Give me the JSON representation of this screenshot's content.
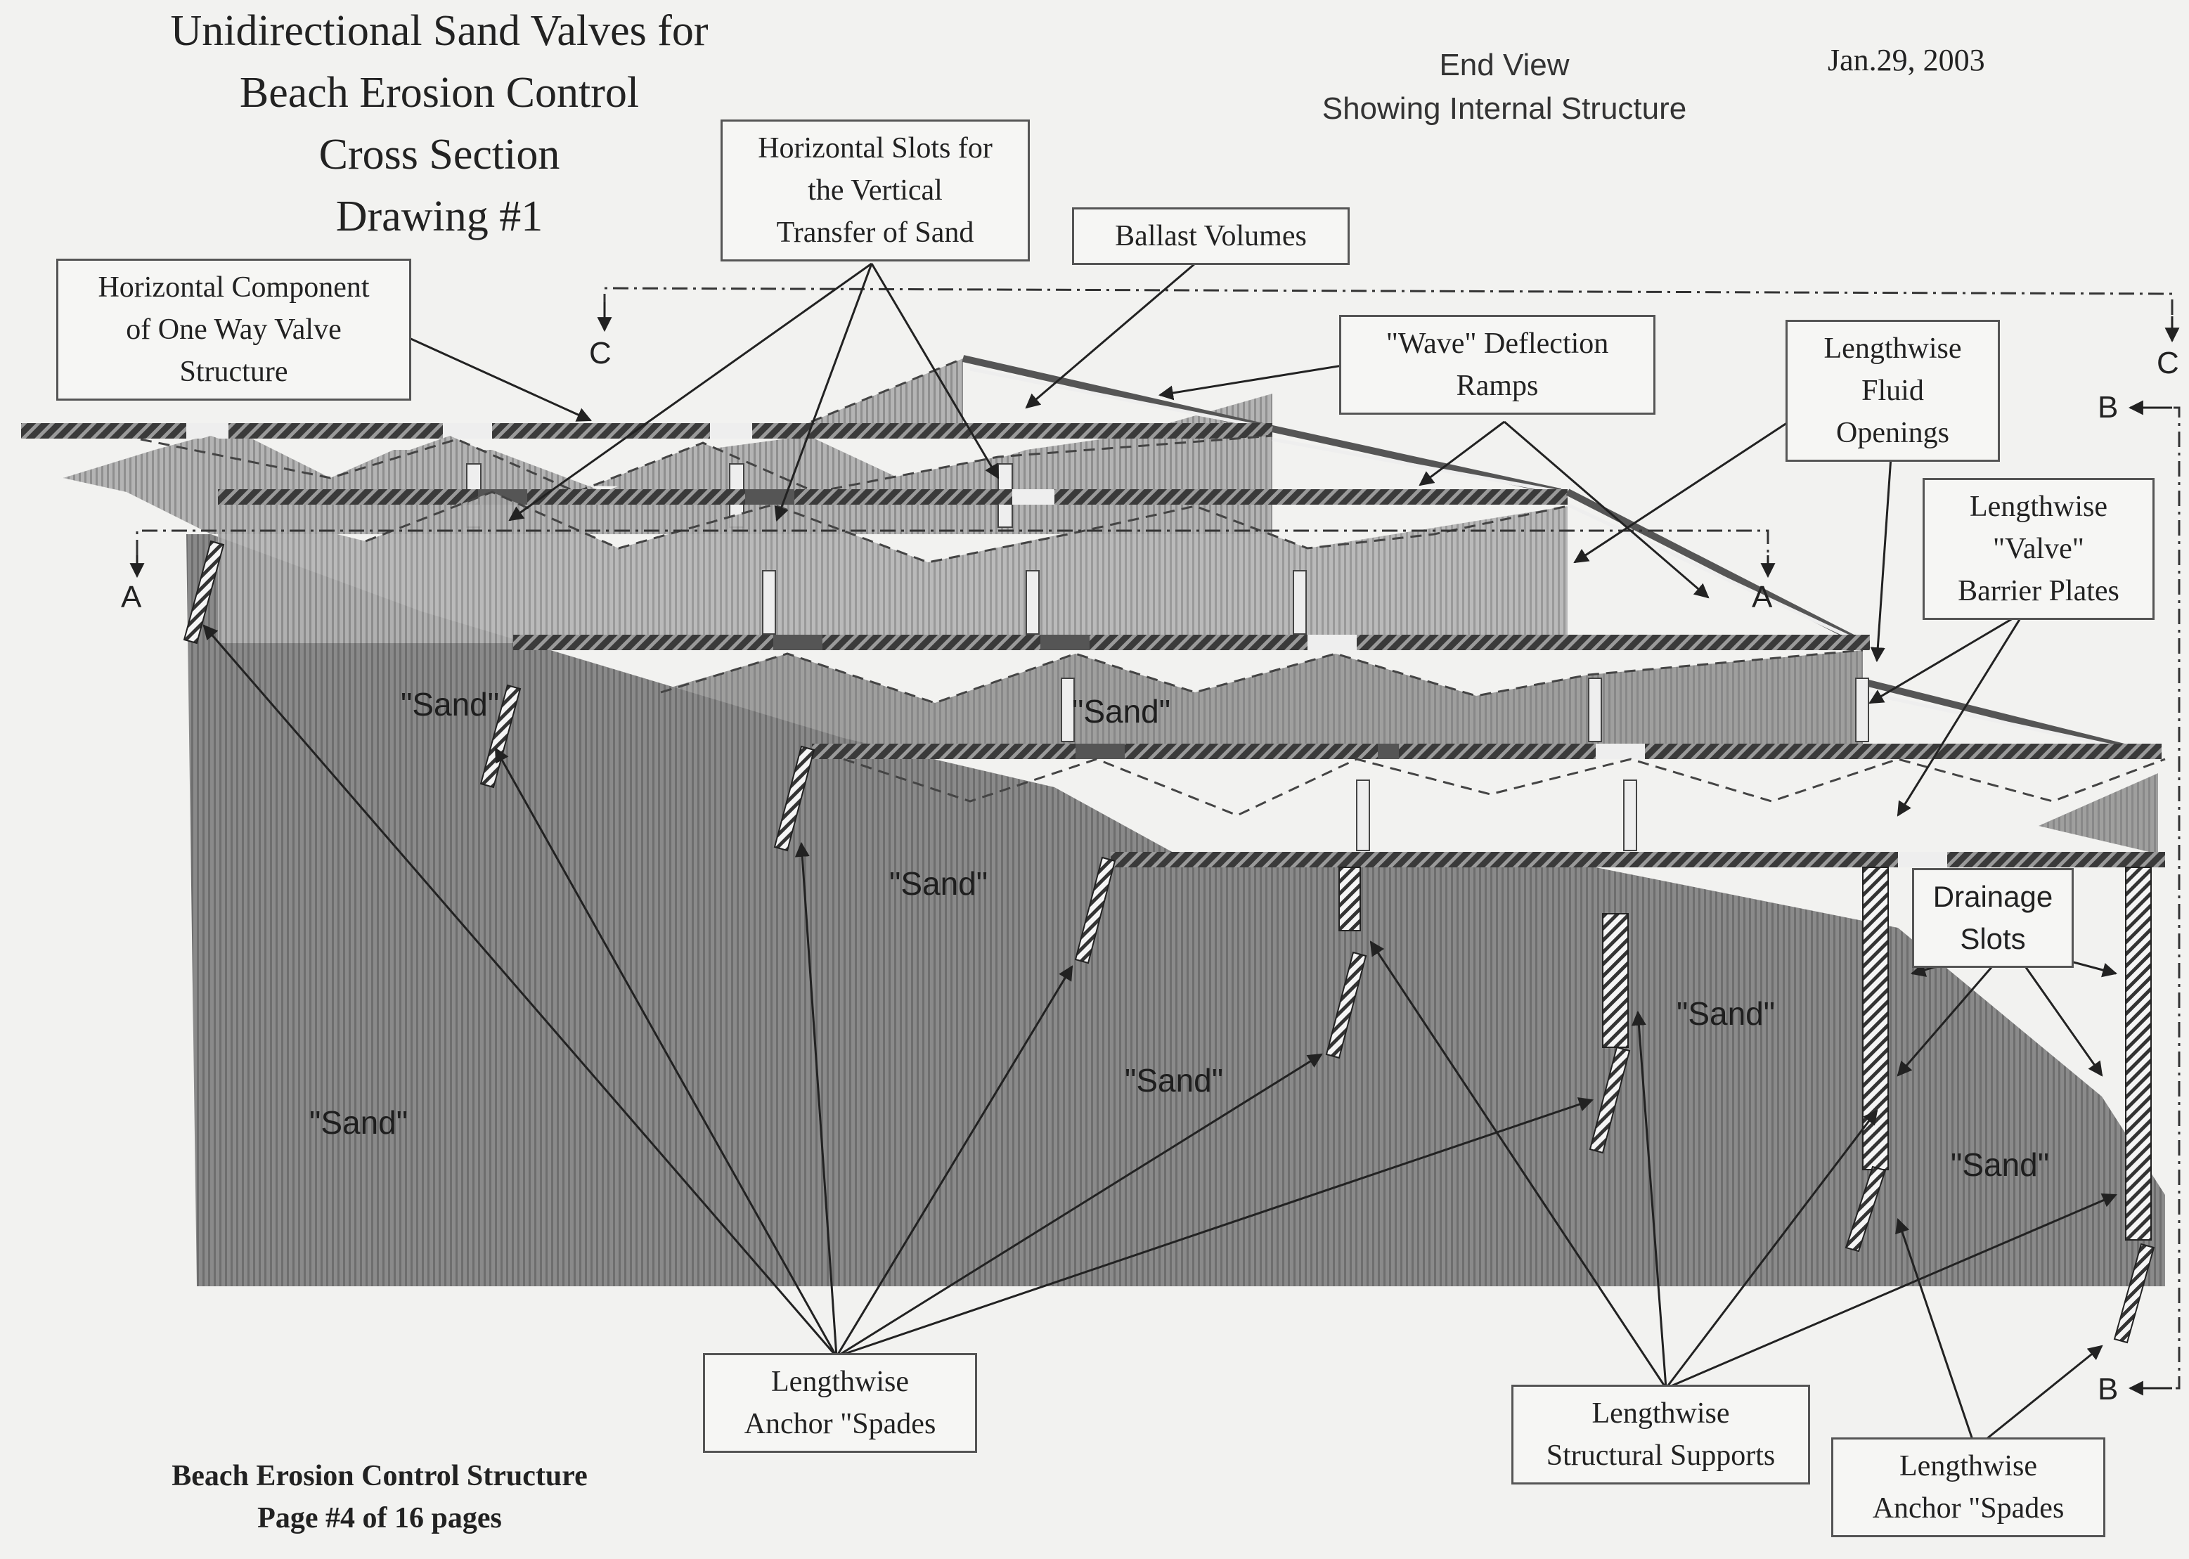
{
  "title": {
    "line1": "Unidirectional Sand Valves for",
    "line2": "Beach Erosion Control",
    "line3": "Cross Section",
    "line4": "Drawing #1"
  },
  "view": {
    "line1": "End View",
    "line2": "Showing Internal Structure"
  },
  "date": "Jan.29, 2003",
  "callouts": {
    "horizontal_component": [
      "Horizontal Component",
      "of One Way Valve",
      "Structure"
    ],
    "horizontal_slots": [
      "Horizontal Slots for",
      "the Vertical",
      "Transfer of Sand"
    ],
    "ballast": [
      "Ballast Volumes"
    ],
    "wave_ramps": [
      "\"Wave\" Deflection",
      "Ramps"
    ],
    "fluid_openings": [
      "Lengthwise",
      "Fluid",
      "Openings"
    ],
    "valve_plates": [
      "Lengthwise",
      "\"Valve\"",
      "Barrier Plates"
    ],
    "drainage": [
      "Drainage",
      "Slots"
    ],
    "anchor_spades_1": [
      "Lengthwise",
      "Anchor \"Spades"
    ],
    "structural_supports": [
      "Lengthwise",
      "Structural Supports"
    ],
    "anchor_spades_2": [
      "Lengthwise",
      "Anchor \"Spades"
    ]
  },
  "sand_labels": [
    "\"Sand\"",
    "\"Sand\"",
    "\"Sand\"",
    "\"Sand\"",
    "\"Sand\"",
    "\"Sand\"",
    "\"Sand\""
  ],
  "section_markers": {
    "a_left": "A",
    "a_right": "A",
    "b_top": "B",
    "b_bottom": "B",
    "c_left": "C",
    "c_right": "C"
  },
  "footer": {
    "line1": "Beach Erosion Control Structure",
    "line2": "Page #4 of 16 pages"
  }
}
